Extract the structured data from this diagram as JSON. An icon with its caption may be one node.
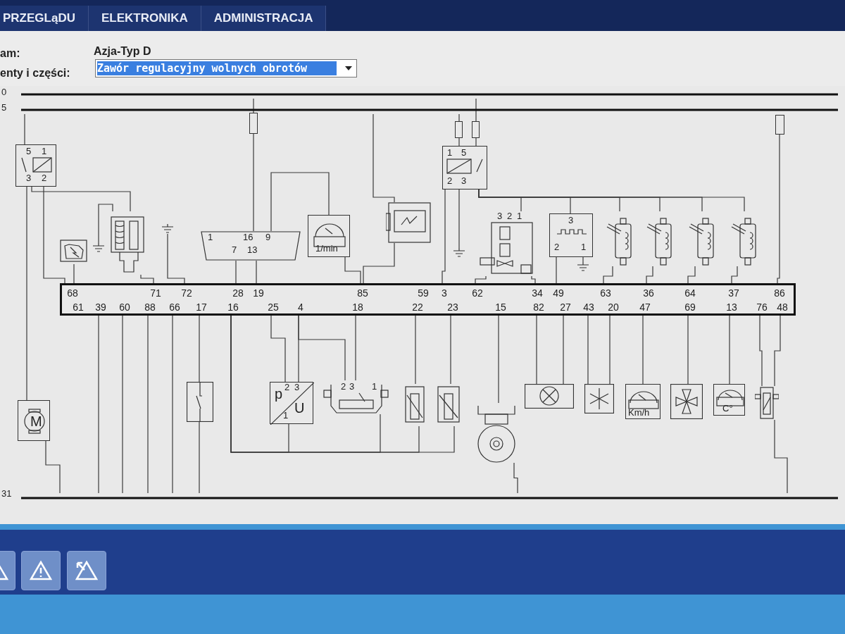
{
  "diagram": {
    "nodes": [
      {
        "text": [
          "0"
        ]
      },
      {
        "text": [
          "5"
        ]
      },
      {
        "text": [
          "31"
        ]
      },
      {
        "text": [
          "5",
          "1",
          "3",
          "2"
        ]
      },
      {
        "text": [],
        "shape": "box"
      },
      {
        "text": [],
        "shape": "box"
      },
      {
        "text": [],
        "shape": "box"
      },
      {
        "text": [],
        "shape": "box"
      },
      {
        "text": [
          "1",
          "5",
          "2",
          "3"
        ]
      },
      {
        "text": [],
        "shape": "picture"
      },
      {
        "text": [],
        "shape": "picture"
      },
      {
        "text": [
          "1",
          "16",
          "9",
          "7",
          "13"
        ]
      },
      {
        "text": [
          "1/min"
        ]
      },
      {
        "text": [],
        "shape": "picture"
      },
      {
        "text": [
          "3",
          "2",
          "1"
        ]
      },
      {
        "text": [
          "3",
          "2",
          "1"
        ]
      },
      {
        "text": [],
        "shape": "picture"
      },
      {
        "text": [],
        "shape": "picture"
      },
      {
        "text": [],
        "shape": "picture"
      },
      {
        "text": [],
        "shape": "picture"
      },
      {
        "text": [
          "68",
          "71",
          "72",
          "28",
          "19",
          "85",
          "59",
          "3",
          "62",
          "34",
          "49",
          "63",
          "36",
          "64",
          "37",
          "86",
          "61",
          "39",
          "60",
          "88",
          "66",
          "17",
          "16",
          "25",
          "4",
          "18",
          "22",
          "23",
          "15",
          "82",
          "27",
          "43",
          "20",
          "47",
          "69",
          "13",
          "76",
          "48"
        ]
      },
      {
        "text": [
          "M"
        ]
      },
      {
        "text": [],
        "shape": "picture"
      },
      {
        "text": [
          "p",
          "2",
          "3",
          "1",
          "U"
        ]
      },
      {
        "text": [
          "2",
          "3",
          "1"
        ]
      },
      {
        "text": [],
        "shape": "picture"
      },
      {
        "text": [],
        "shape": "picture"
      },
      {
        "text": [],
        "shape": "picture"
      },
      {
        "text": [],
        "shape": "picture"
      },
      {
        "text": [],
        "shape": "picture"
      },
      {
        "text": [
          "Km/h"
        ]
      },
      {
        "text": [],
        "shape": "picture"
      },
      {
        "text": [
          "C°"
        ]
      },
      {
        "text": [],
        "shape": "picture"
      },
      {
        "text": [],
        "shape": "ground"
      },
      {
        "text": [],
        "shape": "ground"
      },
      {
        "text": [],
        "shape": "ground"
      },
      {
        "text": [],
        "shape": "ground"
      }
    ],
    "edges": [
      {
        "from": 1,
        "to": 3,
        "arrow": "none"
      },
      {
        "from": 3,
        "to": 21,
        "arrow": "none"
      },
      {
        "from": 3,
        "to": 20,
        "arrow": "none"
      },
      {
        "from": 3,
        "to": 10,
        "arrow": "none"
      },
      {
        "from": 0,
        "to": 4,
        "arrow": "none"
      },
      {
        "from": 4,
        "to": 11,
        "arrow": "none"
      },
      {
        "from": 1,
        "to": 13,
        "arrow": "none"
      },
      {
        "from": 0,
        "to": 6,
        "arrow": "none"
      },
      {
        "from": 1,
        "to": 5,
        "arrow": "none"
      },
      {
        "from": 5,
        "to": 8,
        "arrow": "none"
      },
      {
        "from": 6,
        "to": 8,
        "arrow": "none"
      },
      {
        "from": 8,
        "to": 36,
        "arrow": "none"
      },
      {
        "from": 8,
        "to": 14,
        "arrow": "none"
      },
      {
        "from": 8,
        "to": 15,
        "arrow": "none"
      },
      {
        "from": 8,
        "to": 16,
        "arrow": "none"
      },
      {
        "from": 8,
        "to": 17,
        "arrow": "none"
      },
      {
        "from": 8,
        "to": 18,
        "arrow": "none"
      },
      {
        "from": 8,
        "to": 19,
        "arrow": "none"
      },
      {
        "from": 8,
        "to": 20,
        "arrow": "none"
      },
      {
        "from": 9,
        "to": 20,
        "arrow": "none"
      },
      {
        "from": 10,
        "to": 34,
        "arrow": "none"
      },
      {
        "from": 10,
        "to": 20,
        "arrow": "none"
      },
      {
        "from": 35,
        "to": 20,
        "arrow": "none"
      },
      {
        "from": 11,
        "to": 20,
        "arrow": "none"
      },
      {
        "from": 11,
        "to": 20,
        "arrow": "none"
      },
      {
        "from": 12,
        "to": 11,
        "arrow": "none"
      },
      {
        "from": 12,
        "to": 20,
        "arrow": "none"
      },
      {
        "from": 13,
        "to": 20,
        "arrow": "none"
      },
      {
        "from": 14,
        "to": 20,
        "arrow": "none"
      },
      {
        "from": 14,
        "to": 20,
        "arrow": "none"
      },
      {
        "from": 15,
        "to": 20,
        "arrow": "none"
      },
      {
        "from": 15,
        "to": 37,
        "arrow": "none"
      },
      {
        "from": 16,
        "to": 20,
        "arrow": "none"
      },
      {
        "from": 17,
        "to": 20,
        "arrow": "none"
      },
      {
        "from": 18,
        "to": 20,
        "arrow": "none"
      },
      {
        "from": 19,
        "to": 20,
        "arrow": "none"
      },
      {
        "from": 7,
        "to": 20,
        "arrow": "none"
      },
      {
        "from": 20,
        "to": 2,
        "arrow": "none"
      },
      {
        "from": 20,
        "to": 2,
        "arrow": "none"
      },
      {
        "from": 20,
        "to": 2,
        "arrow": "none"
      },
      {
        "from": 20,
        "to": 2,
        "arrow": "none"
      },
      {
        "from": 20,
        "to": 22,
        "arrow": "none"
      },
      {
        "from": 22,
        "to": 2,
        "arrow": "none"
      },
      {
        "from": 21,
        "to": 2,
        "arrow": "none"
      },
      {
        "from": 20,
        "to": 23,
        "arrow": "none"
      },
      {
        "from": 20,
        "to": 23,
        "arrow": "none"
      },
      {
        "from": 20,
        "to": 23,
        "arrow": "none"
      },
      {
        "from": 20,
        "to": 24,
        "arrow": "none"
      },
      {
        "from": 20,
        "to": 24,
        "arrow": "none"
      },
      {
        "from": 20,
        "to": 24,
        "arrow": "none"
      },
      {
        "from": 20,
        "to": 25,
        "arrow": "none"
      },
      {
        "from": 20,
        "to": 25,
        "arrow": "none"
      },
      {
        "from": 20,
        "to": 26,
        "arrow": "none"
      },
      {
        "from": 20,
        "to": 26,
        "arrow": "none"
      },
      {
        "from": 20,
        "to": 27,
        "arrow": "none"
      },
      {
        "from": 27,
        "to": 2,
        "arrow": "none"
      },
      {
        "from": 20,
        "to": 28,
        "arrow": "none"
      },
      {
        "from": 20,
        "to": 28,
        "arrow": "none"
      },
      {
        "from": 20,
        "to": 29,
        "arrow": "none"
      },
      {
        "from": 20,
        "to": 29,
        "arrow": "none"
      },
      {
        "from": 20,
        "to": 30,
        "arrow": "none"
      },
      {
        "from": 20,
        "to": 31,
        "arrow": "none"
      },
      {
        "from": 20,
        "to": 32,
        "arrow": "none"
      },
      {
        "from": 20,
        "to": 33,
        "arrow": "none"
      },
      {
        "from": 20,
        "to": 33,
        "arrow": "none"
      },
      {
        "from": 33,
        "to": 2,
        "arrow": "none"
      }
    ],
    "labels": [
      "PRZEGLąDU",
      "ELEKTRONIKA",
      "ADMINISTRACJA",
      "am:",
      "Azja-Typ D",
      "enty i części:",
      "Zawór regulacyjny wolnych obrotów"
    ]
  }
}
